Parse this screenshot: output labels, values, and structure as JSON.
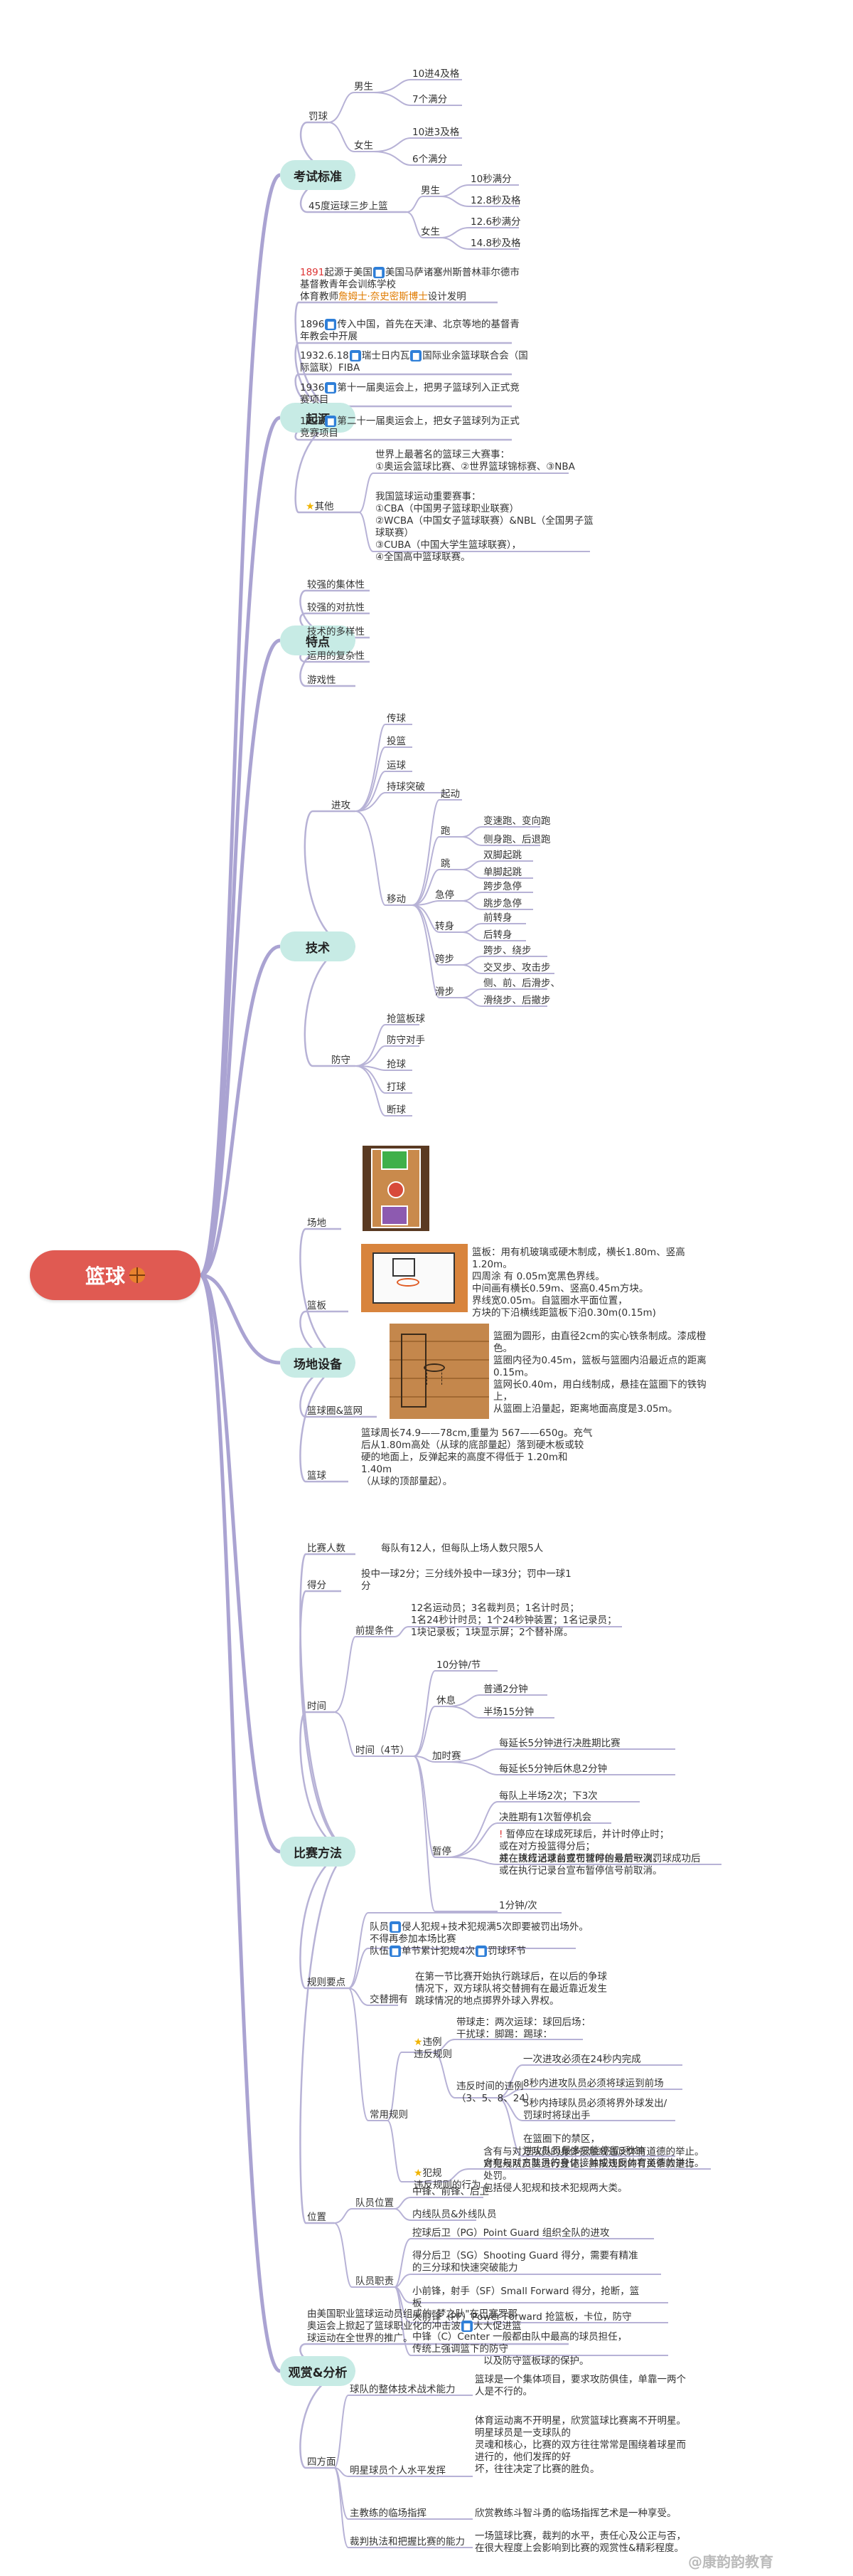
{
  "root": "篮球",
  "watermark": "@康韵韵教育",
  "exam": {
    "title": "考试标准",
    "penalty": "罚球",
    "boys": "男生",
    "boys_a": "10进4及格",
    "boys_b": "7个满分",
    "girls": "女生",
    "girls_a": "10进3及格",
    "girls_b": "6个满分",
    "layup": "45度运球三步上篮",
    "l_boys": "男生",
    "lb_a": "10秒满分",
    "lb_b": "12.8秒及格",
    "l_girls": "女生",
    "lg_a": "12.6秒满分",
    "lg_b": "14.8秒及格"
  },
  "origin": {
    "title": "起源",
    "o1_year": "1891",
    "o1_a": "起源于美国",
    "o1_b": "美国马萨诸塞州斯普林菲尔德市",
    "o1_c": "基督教青年会训练学校",
    "o1_d": "体育教师",
    "o1_name": "詹姆士·奈史密斯博士",
    "o1_e": "设计发明",
    "o2_a": "1896",
    "o2_b": "传入中国，首先在天津、北京等地的基督青",
    "o2_c": "年教会中开展",
    "o3_a": "1932.6.18",
    "o3_b": "瑞士日内瓦",
    "o3_c": "国际业余篮球联合会（国",
    "o3_d": "际篮联）FIBA",
    "o4_a": "1936",
    "o4_b": "第十一届奥运会上，把男子篮球列入正式竞",
    "o4_c": "赛项目",
    "o5_a": "1976",
    "o5_b": "第二十一届奥运会上，把女子篮球列为正式",
    "o5_c": "竞赛项目",
    "other": "其他",
    "x1_a": "世界上最著名的篮球三大赛事：",
    "x1_b": "①奥运会篮球比赛、②世界篮球锦标赛、③NBA",
    "x2_a": "我国篮球运动重要赛事：",
    "x2_b": "①CBA（中国男子篮球职业联赛）",
    "x2_c": "②WCBA（中国女子篮球联赛）&NBL（全国男子篮",
    "x2_d": "球联赛）",
    "x2_e": "③CUBA（中国大学生篮球联赛），",
    "x2_f": "④全国高中篮球联赛。"
  },
  "features": {
    "title": "特点",
    "items": [
      "较强的集体性",
      "较强的对抗性",
      "技术的多样性",
      "运用的复杂性",
      "游戏性"
    ]
  },
  "tech": {
    "title": "技术",
    "attack": "进攻",
    "a_items": [
      "传球",
      "投篮",
      "运球",
      "持球突破"
    ],
    "move": "移动",
    "start": "起动",
    "run": "跑",
    "run_a": "变速跑、变向跑",
    "run_b": "侧身跑、后退跑",
    "jump": "跳",
    "jump_a": "双脚起跳",
    "jump_b": "单脚起跳",
    "stop": "急停",
    "stop_a": "跨步急停",
    "stop_b": "跳步急停",
    "turn": "转身",
    "turn_a": "前转身",
    "turn_b": "后转身",
    "stride": "跨步",
    "stride_a": "跨步、绕步",
    "stride_b": "交叉步、攻击步",
    "slide": "滑步",
    "slide_a": "侧、前、后滑步、",
    "slide_b": "滑绕步、后撤步",
    "defense": "防守",
    "d_items": [
      "抢篮板球",
      "防守对手",
      "抢球",
      "打球",
      "断球"
    ]
  },
  "facility": {
    "title": "场地设备",
    "court": "场地",
    "backboard": "篮板",
    "bb_a": "篮板：用有机玻璃或硬木制成，横长1.80m、竖高",
    "bb_b": "1.20m。",
    "bb_c": "四周涂 有 0.05m宽黑色界线。",
    "bb_d": "中间画有横长0.59m、竖高0.45m方块。",
    "bb_e": "界线宽0.05m。自篮圈水平面位置，",
    "bb_f": "方块的下沿横线距篮板下沿0.30m(0.15m)",
    "hoop": "篮球圈&篮网",
    "hp_a": "篮圈为圆形，由直径2cm的实心铁条制成。漆成橙",
    "hp_b": "色。",
    "hp_c": "篮圈内径为0.45m，篮板与篮圈内沿最近点的距离",
    "hp_d": "0.15m。",
    "hp_e": "篮网长0.40m，用白线制成，悬挂在篮圈下的铁钩",
    "hp_f": "上，",
    "hp_g": "从篮圈上沿量起，距离地面高度是3.05m。",
    "ball": "篮球",
    "ball_a": "篮球周长74.9——78cm,重量为 567——650g。充气",
    "ball_b": "后从1.80m高处（从球的底部量起）落到硬木板或较",
    "ball_c": "硬的地面上，反弹起来的高度不得低于 1.20m和",
    "ball_d": "1.40m",
    "ball_e": "（从球的顶部量起）。"
  },
  "method": {
    "title": "比赛方法",
    "players": "比赛人数",
    "players_v": "每队有12人，但每队上场人数只限5人",
    "score": "得分",
    "score_a": "投中一球2分；三分线外投中一球3分；罚中一球1",
    "score_b": "分",
    "time": "时间",
    "pre": "前提条件",
    "pre_a": "12名运动员；3名裁判员；1名计时员；",
    "pre_b": "1名24秒计时员；1个24秒钟装置；1名记录员；",
    "pre_c": "1块记录板；1块显示屏；2个替补席。",
    "quarters": "时间（4节）",
    "q_10min": "10分钟/节",
    "rest": "休息",
    "rest_a": "普通2分钟",
    "rest_b": "半场15分钟",
    "ot": "加时赛",
    "ot_a": "每延长5分钟进行决胜期比赛",
    "ot_b": "每延长5分钟后休息2分钟",
    "pause": "暂停",
    "pause_a": "每队上半场2次；下3次",
    "pause_b": "决胜期有1次暂停机会",
    "pause_c": "暂停应在球成死球后，并计时停止时；",
    "pause_d": "或在对方投篮得分后；",
    "pause_e": "并在球成活球前或罚球时的最后一次罚球成功后",
    "pause_f": "或在执行记录台宣布暂停信号前取消。",
    "pause_g": "1分钟/次",
    "rules": "规则要点",
    "r1_a": "队员",
    "r1_b": "侵人犯规+技术犯规满5次即要被罚出场外。",
    "r1_c": "不得再参加本场比赛",
    "r1_d": "队伍",
    "r1_e": "单节累计犯规4次",
    "r1_f": "罚球环节",
    "jump": "交替拥有",
    "jump_a": "在第一节比赛开始执行跳球后，在以后的争球",
    "jump_b": "情况下，双方球队将交替拥有在最近靠近发生",
    "jump_c": "跳球情况的地点掷界外球入界权。",
    "common": "常用规则",
    "viol": "违例",
    "viol2": "违反规则",
    "walk_a": "带球走：两次运球：球回后场：",
    "walk_b": "干扰球：脚踢：踢球：",
    "tv": "违反时间的违例",
    "tv2": "（3、5、8、24）",
    "tv_a": "一次进攻必须在24秒内完成",
    "tv_b": "8秒内进攻队员必须将球运到前场",
    "tv_c": "5秒内持球队员必须将界外球发出/",
    "tv_d": "罚球时将球出手",
    "tv_e": "在篮圈下的禁区，",
    "tv_f": "进攻队员最多只能停留3秒钟",
    "foul": "犯规",
    "foul2": "违反规则的行为",
    "foul_a": "含有与对方队员的身体接触或违反体育道德的举止。",
    "foul_b": "对犯规队员要进行登记，并按规则的有关条款进行",
    "foul_c": "处罚。",
    "foul_d": "包括侵人犯规和技术犯规两大类。",
    "position": "位置",
    "pos": "队员位置",
    "pos_a": "中锋、前锋、后卫",
    "pos_b": "内线队员&外线队员",
    "duty": "队员职责",
    "pg": "控球后卫（PG）Point Guard  组织全队的进攻",
    "sg_a": "得分后卫（SG）Shooting Guard  得分，需要有精准",
    "sg_b": "的三分球和快速突破能力",
    "sf_a": "小前锋，射手（SF）Small Forward  得分，抢断，篮",
    "sf_b": "板",
    "pf": "大前锋（PF）Power Forward  抢篮板，卡位，防守",
    "c_a": "中锋（C）Center  一般都由队中最高的球员担任，",
    "c_b": "传统上强调篮下的防守",
    "c_c": "以及防守篮板球的保护。"
  },
  "view": {
    "title": "观赏&分析",
    "intro_a": "由美国职业篮球运动员组成的\"梦之队\"在巴塞罗那",
    "intro_b": "奥运会上掀起了篮球职业化的冲击波",
    "intro_c": "大大促进篮",
    "intro_d": "球运动在全世界的推广。",
    "four": "四方面",
    "f1": "球队的整体技术战术能力",
    "f1_a": "篮球是一个集体项目，要求攻防俱佳，单靠一两个",
    "f1_b": "人是不行的。",
    "f2": "明星球员个人水平发挥",
    "f2_a": "体育运动离不开明星，欣赏篮球比赛离不开明星。",
    "f2_b": "明星球员是一支球队的",
    "f2_c": "灵魂和核心，比赛的双方往往常常是围绕着球星而",
    "f2_d": "进行的，他们发挥的好",
    "f2_e": "坏，往往决定了比赛的胜负。",
    "f3": "主教练的临场指挥",
    "f3_a": "欣赏教练斗智斗勇的临场指挥艺术是一种享受。",
    "f4": "裁判执法和把握比赛的能力",
    "f4_a": "一场篮球比赛，裁判的水平，责任心及公正与否，",
    "f4_b": "在很大程度上会影响到比赛的观赏性&精彩程度。"
  }
}
